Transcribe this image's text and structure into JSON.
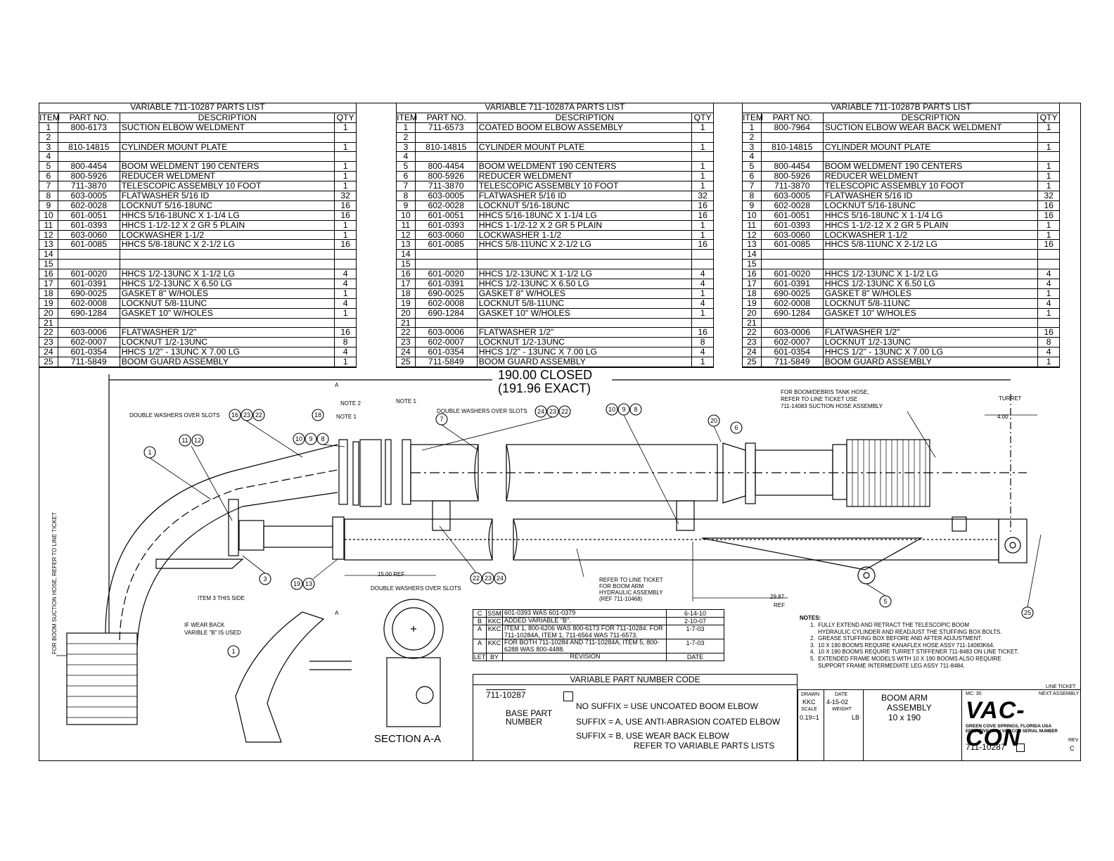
{
  "parts_lists": [
    {
      "title": "VARIABLE 711-10287 PARTS LIST",
      "headers": {
        "item": "ITEM",
        "part": "PART NO.",
        "desc": "DESCRIPTION",
        "qty": "QTY"
      },
      "rows": [
        [
          "1",
          "800-6173",
          "SUCTION ELBOW WELDMENT",
          "1"
        ],
        [
          "2",
          "",
          "",
          ""
        ],
        [
          "3",
          "810-14815",
          "CYLINDER MOUNT PLATE",
          "1"
        ],
        [
          "4",
          "",
          "",
          ""
        ],
        [
          "5",
          "800-4454",
          "BOOM WELDMENT 190 CENTERS",
          "1"
        ],
        [
          "6",
          "800-5926",
          "REDUCER WELDMENT",
          "1"
        ],
        [
          "7",
          "711-3870",
          "TELESCOPIC ASSEMBLY 10 FOOT",
          "1"
        ],
        [
          "8",
          "603-0005",
          "FLATWASHER 5/16 ID",
          "32"
        ],
        [
          "9",
          "602-0028",
          "LOCKNUT 5/16-18UNC",
          "16"
        ],
        [
          "10",
          "601-0051",
          "HHCS 5/16-18UNC X 1-1/4 LG",
          "16"
        ],
        [
          "11",
          "601-0393",
          "HHCS 1-1/2-12 X 2 GR 5 PLAIN",
          "1"
        ],
        [
          "12",
          "603-0060",
          "LOCKWASHER 1-1/2",
          "1"
        ],
        [
          "13",
          "601-0085",
          "HHCS 5/8-18UNC X 2-1/2 LG",
          "16"
        ],
        [
          "14",
          "",
          "",
          ""
        ],
        [
          "15",
          "",
          "",
          ""
        ],
        [
          "16",
          "601-0020",
          "HHCS 1/2-13UNC X 1-1/2 LG",
          "4"
        ],
        [
          "17",
          "601-0391",
          "HHCS 1/2-13UNC X 6.50 LG",
          "4"
        ],
        [
          "18",
          "690-0025",
          "GASKET 8\" W/HOLES",
          "1"
        ],
        [
          "19",
          "602-0008",
          "LOCKNUT 5/8-11UNC",
          "4"
        ],
        [
          "20",
          "690-1284",
          "GASKET 10\" W/HOLES",
          "1"
        ],
        [
          "21",
          "",
          "",
          ""
        ],
        [
          "22",
          "603-0006",
          "FLATWASHER 1/2\"",
          "16"
        ],
        [
          "23",
          "602-0007",
          "LOCKNUT 1/2-13UNC",
          "8"
        ],
        [
          "24",
          "601-0354",
          "HHCS 1/2\" - 13UNC X 7.00 LG",
          "4"
        ],
        [
          "25",
          "711-5849",
          "BOOM GUARD ASSEMBLY",
          "1"
        ]
      ]
    },
    {
      "title": "VARIABLE 711-10287A PARTS LIST",
      "headers": {
        "item": "ITEM",
        "part": "PART NO.",
        "desc": "DESCRIPTION",
        "qty": "QTY"
      },
      "rows": [
        [
          "1",
          "711-6573",
          "COATED BOOM ELBOW ASSEMBLY",
          "1"
        ],
        [
          "2",
          "",
          "",
          ""
        ],
        [
          "3",
          "810-14815",
          "CYLINDER MOUNT PLATE",
          "1"
        ],
        [
          "4",
          "",
          "",
          ""
        ],
        [
          "5",
          "800-4454",
          "BOOM WELDMENT 190 CENTERS",
          "1"
        ],
        [
          "6",
          "800-5926",
          "REDUCER WELDMENT",
          "1"
        ],
        [
          "7",
          "711-3870",
          "TELESCOPIC ASSEMBLY 10 FOOT",
          "1"
        ],
        [
          "8",
          "603-0005",
          "FLATWASHER 5/16 ID",
          "32"
        ],
        [
          "9",
          "602-0028",
          "LOCKNUT 5/16-18UNC",
          "16"
        ],
        [
          "10",
          "601-0051",
          "HHCS 5/16-18UNC X 1-1/4 LG",
          "16"
        ],
        [
          "11",
          "601-0393",
          "HHCS 1-1/2-12 X 2 GR 5 PLAIN",
          "1"
        ],
        [
          "12",
          "603-0060",
          "LOCKWASHER 1-1/2",
          "1"
        ],
        [
          "13",
          "601-0085",
          "HHCS 5/8-11UNC X 2-1/2 LG",
          "16"
        ],
        [
          "14",
          "",
          "",
          ""
        ],
        [
          "15",
          "",
          "",
          ""
        ],
        [
          "16",
          "601-0020",
          "HHCS 1/2-13UNC X 1-1/2 LG",
          "4"
        ],
        [
          "17",
          "601-0391",
          "HHCS 1/2-13UNC X 6.50 LG",
          "4"
        ],
        [
          "18",
          "690-0025",
          "GASKET 8\" W/HOLES",
          "1"
        ],
        [
          "19",
          "602-0008",
          "LOCKNUT 5/8-11UNC",
          "4"
        ],
        [
          "20",
          "690-1284",
          "GASKET 10\" W/HOLES",
          "1"
        ],
        [
          "21",
          "",
          "",
          ""
        ],
        [
          "22",
          "603-0006",
          "FLATWASHER 1/2\"",
          "16"
        ],
        [
          "23",
          "602-0007",
          "LOCKNUT 1/2-13UNC",
          "8"
        ],
        [
          "24",
          "601-0354",
          "HHCS 1/2\" - 13UNC X 7.00 LG",
          "4"
        ],
        [
          "25",
          "711-5849",
          "BOOM GUARD ASSEMBLY",
          "1"
        ]
      ]
    },
    {
      "title": "VARIABLE 711-10287B PARTS LIST",
      "headers": {
        "item": "ITEM",
        "part": "PART NO.",
        "desc": "DESCRIPTION",
        "qty": "QTY"
      },
      "rows": [
        [
          "1",
          "800-7964",
          "SUCTION ELBOW WEAR BACK WELDMENT",
          "1"
        ],
        [
          "2",
          "",
          "",
          ""
        ],
        [
          "3",
          "810-14815",
          "CYLINDER MOUNT PLATE",
          "1"
        ],
        [
          "4",
          "",
          "",
          ""
        ],
        [
          "5",
          "800-4454",
          "BOOM WELDMENT 190 CENTERS",
          "1"
        ],
        [
          "6",
          "800-5926",
          "REDUCER WELDMENT",
          "1"
        ],
        [
          "7",
          "711-3870",
          "TELESCOPIC ASSEMBLY 10 FOOT",
          "1"
        ],
        [
          "8",
          "603-0005",
          "FLATWASHER 5/16 ID",
          "32"
        ],
        [
          "9",
          "602-0028",
          "LOCKNUT 5/16-18UNC",
          "16"
        ],
        [
          "10",
          "601-0051",
          "HHCS 5/16-18UNC X 1-1/4 LG",
          "16"
        ],
        [
          "11",
          "601-0393",
          "HHCS 1-1/2-12 X 2 GR 5 PLAIN",
          "1"
        ],
        [
          "12",
          "603-0060",
          "LOCKWASHER 1-1/2",
          "1"
        ],
        [
          "13",
          "601-0085",
          "HHCS 5/8-11UNC X 2-1/2 LG",
          "16"
        ],
        [
          "14",
          "",
          "",
          ""
        ],
        [
          "15",
          "",
          "",
          ""
        ],
        [
          "16",
          "601-0020",
          "HHCS 1/2-13UNC X 1-1/2 LG",
          "4"
        ],
        [
          "17",
          "601-0391",
          "HHCS 1/2-13UNC X 6.50 LG",
          "4"
        ],
        [
          "18",
          "690-0025",
          "GASKET 8\" W/HOLES",
          "1"
        ],
        [
          "19",
          "602-0008",
          "LOCKNUT 5/8-11UNC",
          "4"
        ],
        [
          "20",
          "690-1284",
          "GASKET 10\" W/HOLES",
          "1"
        ],
        [
          "21",
          "",
          "",
          ""
        ],
        [
          "22",
          "603-0006",
          "FLATWASHER 1/2\"",
          "16"
        ],
        [
          "23",
          "602-0007",
          "LOCKNUT 1/2-13UNC",
          "8"
        ],
        [
          "24",
          "601-0354",
          "HHCS 1/2\" - 13UNC X 7.00 LG",
          "4"
        ],
        [
          "25",
          "711-5849",
          "BOOM GUARD ASSEMBLY",
          "1"
        ]
      ]
    }
  ],
  "drawing": {
    "dim_closed": "190.00 CLOSED",
    "dim_exact": "(191.96 EXACT)",
    "note_double_washers_1": "DOUBLE WASHERS OVER SLOTS",
    "note_double_washers_2": "DOUBLE WASHERS OVER SLOTS",
    "note_double_washers_3": "DOUBLE WASHERS OVER SLOTS",
    "note_1a": "NOTE 1",
    "note_1b": "NOTE 1",
    "note_2": "NOTE 2",
    "hose_note_1": "FOR BOOM/DEBRIS TANK HOSE,",
    "hose_note_2": "REFER TO LINE TICKET USE",
    "hose_note_3": "711-14083 SUCTION HOSE ASSEMBLY",
    "turret": "TURRET",
    "dim_4": "4.00",
    "dim_15": "15.00 REF",
    "dim_2987": "29.87",
    "ref": "REF",
    "item3_side": "ITEM 3 THIS SIDE",
    "wear_back_1": "IF WEAR BACK",
    "wear_back_2": "VARIBLE \"B\" IS USED",
    "line_ticket_1": "REFER TO LINE TICKET",
    "line_ticket_2": "FOR BOOM ARM",
    "line_ticket_3": "HYDRAULIC ASSEMBLY",
    "line_ticket_4": "(REF 711-10468)",
    "side_note": "FOR BOOM SUCTION HOSE, REFER TO LINE TICKET",
    "section_label": "SECTION A-A",
    "section_letter": "A"
  },
  "notes": {
    "heading": "NOTES:",
    "items": [
      "1.  FULLY EXTEND AND RETRACT THE TELESCOPIC BOOM",
      "     HYDRAULIC CYLINDER AND READJUST THE STUFFING BOX BOLTS.",
      "2.  GREASE STUFFING BOX BEFORE AND AFTER ADJUSTMENT.",
      "3.  10 X 190 BOOMS REQUIRE KANAFLEX HOSE ASSY 711-14083K64.",
      "4.  10 X 190 BOOMS REQUIRE TURRET STIFFENER 711-8483 ON LINE TICKET.",
      "5.  EXTENDED FRAME MODELS WITH 10 X 190 BOOMS ALSO REQUIRE",
      "     SUPPORT FRAME INTERMEDIATE LEG ASSY 711-8484."
    ]
  },
  "revisions": {
    "rows": [
      {
        "let": "C",
        "by": "SSM",
        "rev": "601-0393 WAS 601-0379",
        "date": "6-14-10"
      },
      {
        "let": "B",
        "by": "KKC",
        "rev": "ADDED VARIABLE \"B\".",
        "date": "2-10-07"
      },
      {
        "let": "A",
        "by": "KKC",
        "rev": "ITEM 1, 800-6206 WAS 800-6173 FOR 711-10284.     FOR 711-10284A, ITEM 1, 711-6564 WAS 711-6573.",
        "date": "1-7-03"
      },
      {
        "let": "A",
        "by": "KKC",
        "rev": "FOR BOTH 711-10284 AND 711-10284A, ITEM 5, 800-6288 WAS 800-4488.",
        "date": "1-7-03"
      }
    ],
    "header": {
      "let": "LET",
      "by": "BY",
      "rev": "REVISION",
      "date": "DATE"
    }
  },
  "variable_code": {
    "title": "VARIABLE PART NUMBER CODE",
    "base": "711-10287",
    "base_label_1": "BASE PART",
    "base_label_2": "NUMBER",
    "opt1": "NO SUFFIX = USE UNCOATED BOOM ELBOW",
    "opt2": "SUFFIX = A,  USE ANTI-ABRASION COATED ELBOW",
    "opt3": "SUFFIX = B,  USE WEAR BACK ELBOW",
    "opt4": "REFER TO VARIABLE PARTS LISTS"
  },
  "title_block": {
    "drawn_label": "DRAWN",
    "drawn": "KKC",
    "date_label": "DATE",
    "date": "4-15-02",
    "scale_label": "SCALE",
    "scale": "0.19=1",
    "weight_label": "WEIGHT",
    "weight": "LB",
    "title_1": "BOOM ARM",
    "title_2": "ASSEMBLY",
    "title_3": "10 x 190",
    "mc": "MC: 30",
    "line_ticket": "LINE TICKET",
    "next_assembly": "NEXT ASSEMBLY",
    "company": "VAC-CON",
    "location": "GREEN COVE SPRINGS, FLORIDA USA",
    "effective": "EFFECTIVE WITH VAC-CON SERIAL NUMBER",
    "drawing_no": "711-10287",
    "rev_label": "REV",
    "rev": "C"
  },
  "balloons": [
    "1",
    "11",
    "12",
    "16",
    "23",
    "22",
    "10",
    "9",
    "8",
    "18",
    "7",
    "24",
    "23",
    "22",
    "10",
    "9",
    "8",
    "20",
    "6",
    "3",
    "19",
    "13",
    "22",
    "23",
    "24",
    "5",
    "25",
    "1"
  ]
}
